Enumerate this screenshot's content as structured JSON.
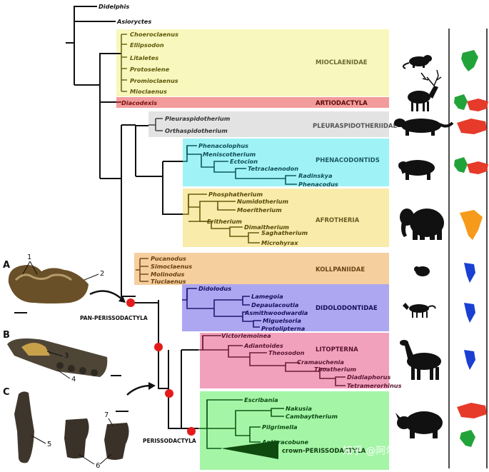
{
  "taxa": {
    "didelphis": "Didelphis",
    "asioryctes": "Asioryctes",
    "mioclaenidae": [
      "Choeroclaenus",
      "Ellipsodon",
      "Litaletes",
      "Protoselene",
      "Promioclaenus",
      "Mioclaenus"
    ],
    "diacodexis": "Diacodexis",
    "pleuraspidotheriidae": [
      "Pleuraspidotherium",
      "Orthaspidotherium"
    ],
    "phenacodontids": [
      "Phenacolophus",
      "Meniscotherium",
      "Ectocion",
      "Tetraclaenodon",
      "Radinskya",
      "Phenacodus"
    ],
    "afrotheria": [
      "Phosphatherium",
      "Numidotherium",
      "Moeritherium",
      "Eritherium",
      "Dimaitherium",
      "Saghatherium",
      "Microhyrax"
    ],
    "kollpaniidae": [
      "Pucanodus",
      "Simoclaenus",
      "Molinodus",
      "Tiuclaenus"
    ],
    "didolodontidae": [
      "Didolodus",
      "Lamegoia",
      "Depaulacoutia",
      "Asmithwoodwardia",
      "Miguelsoria",
      "Protolipterna"
    ],
    "litopterna": [
      "Victorlemoinea",
      "Adiantoides",
      "Theosodon",
      "Cramauchenia",
      "Thoatherium",
      "Diadiaphorus",
      "Tetramerorhinus"
    ],
    "perissodactyla": [
      "Escribania",
      "Nakusia",
      "Cambaytherium",
      "Pilgrimella",
      "Anthracobune"
    ]
  },
  "clades": {
    "mioclaenidae": "MIOCLAENIDAE",
    "artiodactyla": "ARTIODACTYLA",
    "pleuraspidotheriidae": "PLEURASPIDOTHERIIDAE",
    "phenacodontids": "PHENACODONTIDS",
    "afrotheria": "AFROTHERIA",
    "kollpaniidae": "KOLLPANIIDAE",
    "didolodontidae": "DIDOLODONTIDAE",
    "litopterna": "LITOPTERNA",
    "crown_perissodactyla": "crown-PERISSODACTYLA"
  },
  "node_labels": {
    "pan_perissodactyla": "PAN-PERISSODACTYLA",
    "perissodactyla": "PERISSODACTYLA"
  },
  "panels": {
    "a": "A",
    "b": "B",
    "c": "C"
  },
  "callouts": [
    "1",
    "2",
    "3",
    "4",
    "5",
    "6",
    "7"
  ],
  "watermark": "知乎 @阿尔萨斯肉丸",
  "colors": {
    "mioclaenidae_box": "#f8f7bd",
    "artiodactyla_box": "#f29b9b",
    "pleura_box": "#e3e3e3",
    "phenaco_box": "#9ff3f6",
    "afro_box": "#f9ebaa",
    "kollpa_box": "#f6cf9f",
    "didolo_box": "#ada6f1",
    "litop_box": "#f2a1bd",
    "periss_box": "#a5f5a7",
    "node_red": "#e41b1b",
    "na_green": "#22a33a",
    "eurasia_red": "#e63a2a",
    "africa_orange": "#f59a1a",
    "sa_blue": "#1a3fd1"
  },
  "icons": {
    "silhouettes": [
      "rodent-silhouette",
      "reindeer-silhouette",
      "mustelid-silhouette",
      "tapir-silhouette",
      "elephant-silhouette",
      "hamster-silhouette",
      "dog-silhouette",
      "macrauchenia-silhouette",
      "rhino-silhouette"
    ],
    "maps": [
      "north-america-map",
      "eurasia-map",
      "africa-map",
      "south-america-map"
    ],
    "specimens": [
      "molar-tooth-photo",
      "jaw-photo",
      "astragalus-photo",
      "calcaneum-photo"
    ]
  }
}
